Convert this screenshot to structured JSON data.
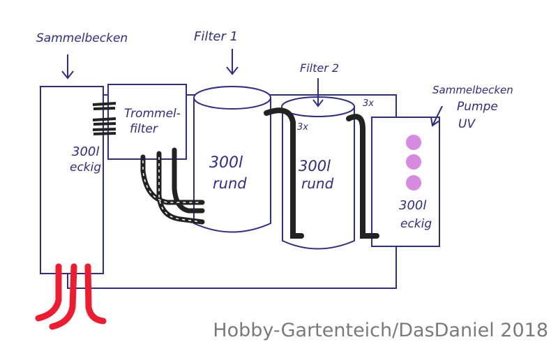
{
  "labels": {
    "collector_left": "Sammelbecken",
    "filter1": "Filter 1",
    "filter2": "Filter 2",
    "collector_right": "Sammelbecken",
    "pump": "Pumpe",
    "uv": "UV",
    "drum_line1": "Trommel-",
    "drum_line2": "filter",
    "left_tank_line1": "300l",
    "left_tank_line2": "eckig",
    "filter1_line1": "300l",
    "filter1_line2": "rund",
    "filter2_line1": "300l",
    "filter2_line2": "rund",
    "right_tank_line1": "300l",
    "right_tank_line2": "eckig",
    "multiplier_a": "3x",
    "multiplier_b": "3x"
  },
  "credit": "Hobby-Gartenteich/DasDaniel 2018",
  "colors": {
    "ink": "#2e2c8c",
    "pipe": "#222222",
    "uv_lamp": "#d68be0",
    "inflow": "#ee1c2e"
  }
}
